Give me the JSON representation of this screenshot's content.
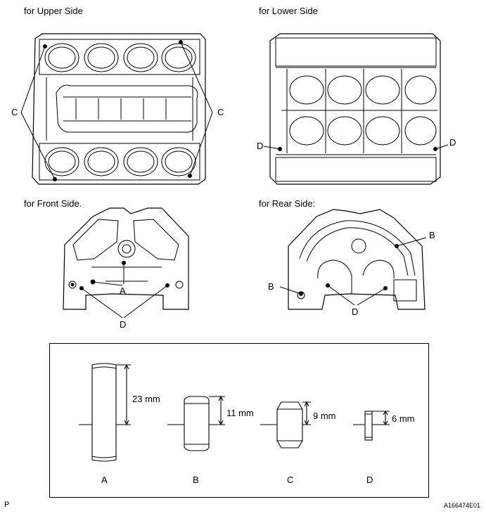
{
  "captions": {
    "upper": "for Upper Side",
    "lower": "for Lower Side",
    "front": "for Front Side.",
    "rear": "for Rear Side:"
  },
  "callouts": {
    "a": "A",
    "b": "B",
    "c": "C",
    "d": "D"
  },
  "pins": [
    {
      "letter": "A",
      "length": "23 mm"
    },
    {
      "letter": "B",
      "length": "11 mm"
    },
    {
      "letter": "C",
      "length": "9 mm"
    },
    {
      "letter": "D",
      "length": "6 mm"
    }
  ],
  "footer": {
    "left": "P",
    "right": "A166474E01"
  }
}
